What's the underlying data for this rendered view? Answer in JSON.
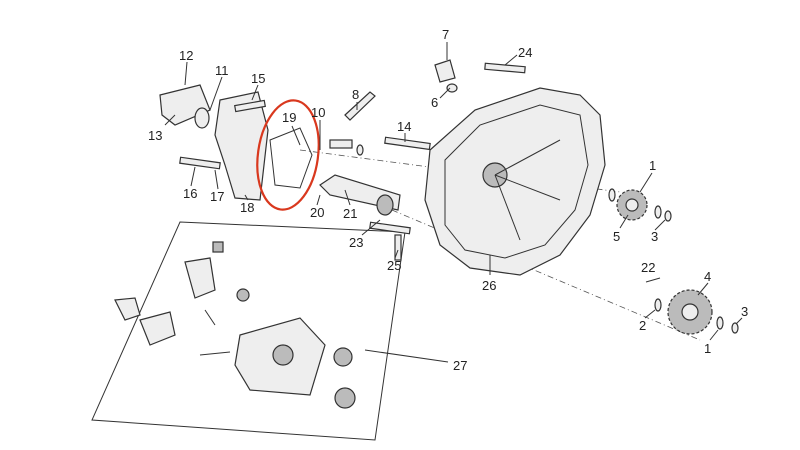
{
  "diagram": {
    "title": "Exploded view of clutch-side engine cover assembly",
    "highlight_color": "#d9381e",
    "labels": {
      "l1a": "1",
      "l1b": "1",
      "l2": "2",
      "l3a": "3",
      "l3b": "3",
      "l4": "4",
      "l5": "5",
      "l6": "6",
      "l7": "7",
      "l8": "8",
      "l10": "10",
      "l11": "11",
      "l12": "12",
      "l13": "13",
      "l14": "14",
      "l15": "15",
      "l16": "16",
      "l17": "17",
      "l18": "18",
      "l19": "19",
      "l20": "20",
      "l21": "21",
      "l22": "22",
      "l23": "23",
      "l24": "24",
      "l25": "25",
      "l26": "26",
      "l27": "27"
    }
  }
}
